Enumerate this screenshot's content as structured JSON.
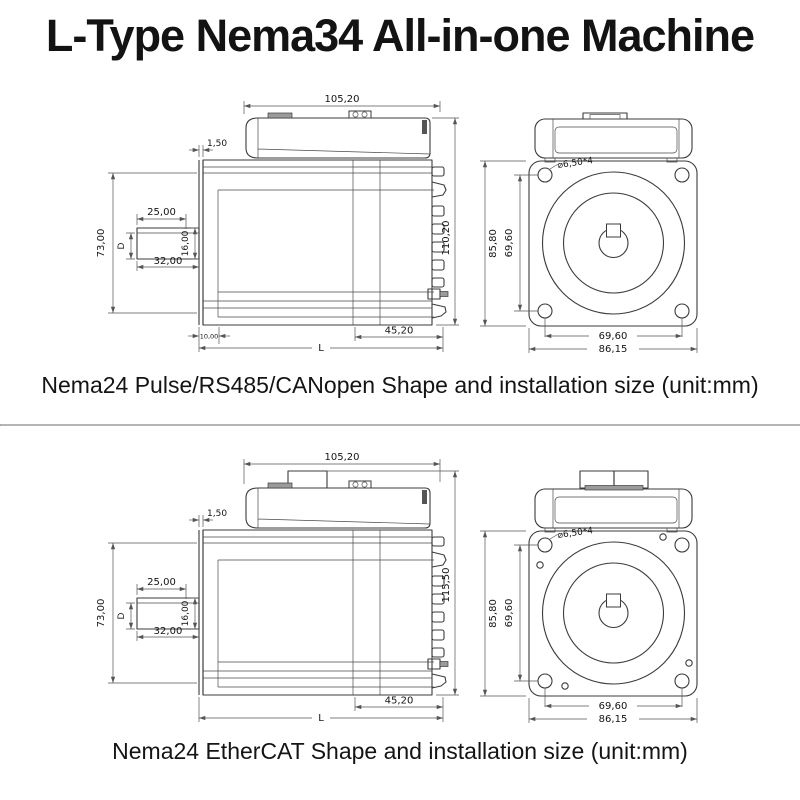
{
  "title": "L-Type Nema34 All-in-one Machine",
  "colors": {
    "line": "#3b3b3b",
    "dimension": "#555555",
    "divider": "#b5b5b5",
    "background": "#ffffff"
  },
  "sections": [
    {
      "caption": "Nema24 Pulse/RS485/CANopen Shape and installation size (unit:mm)",
      "side_view": {
        "overall_width": "105,20",
        "flange_thickness": "1,50",
        "shaft_step_length": "25,00",
        "shaft_diameter_label": "D",
        "shaft_height": "16,00",
        "shaft_length": "32,00",
        "body_height": "73,00",
        "overall_height": "110,20",
        "base_step": "10,00",
        "rear_length": "45,20",
        "overall_length_label": "L"
      },
      "front_view": {
        "mounting_holes": "⌀6,50*4",
        "flange_height": "85,80",
        "hole_pitch_vertical": "69,60",
        "hole_pitch_horizontal": "69,60",
        "flange_width": "86,15"
      }
    },
    {
      "caption": "Nema24 EtherCAT Shape and installation size (unit:mm)",
      "side_view": {
        "overall_width": "105,20",
        "flange_thickness": "1,50",
        "shaft_step_length": "25,00",
        "shaft_diameter_label": "D",
        "shaft_height": "16,00",
        "shaft_length": "32,00",
        "body_height": "73,00",
        "overall_height": "115,50",
        "rear_length": "45,20",
        "overall_length_label": "L"
      },
      "front_view": {
        "mounting_holes": "⌀6,50*4",
        "flange_height": "85,80",
        "hole_pitch_vertical": "69,60",
        "hole_pitch_horizontal": "69,60",
        "flange_width": "86,15"
      }
    }
  ]
}
